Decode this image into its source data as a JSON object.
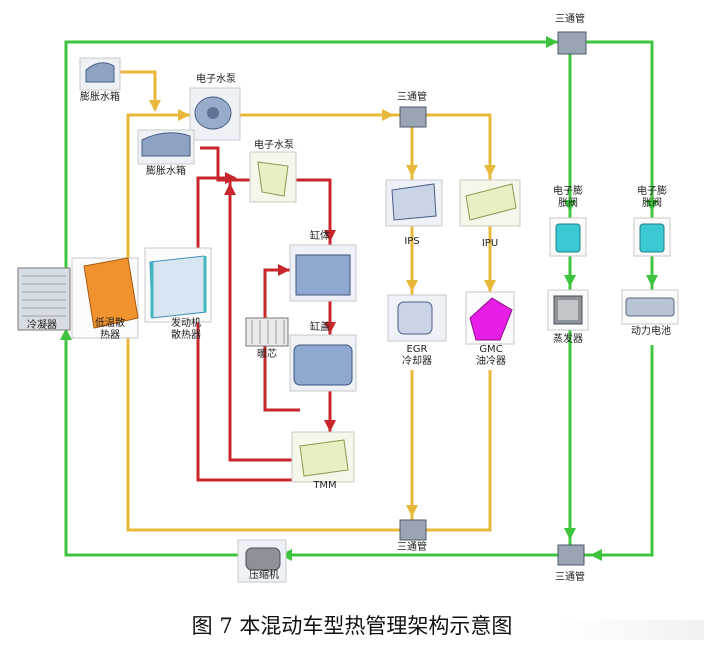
{
  "labels": {
    "tee_top": "三通管",
    "expansion_tank_top": "膨胀水箱",
    "ewp_top": "电子水泵",
    "expansion_tank_mid": "膨胀水箱",
    "ewp_mid": "电子水泵",
    "tee_mid": "三通管",
    "block": "缸体",
    "head": "缸盖",
    "core": "暖芯",
    "tmm": "TMM",
    "ips": "IPS",
    "ipu": "IPU",
    "egr": "EGR\n冷却器",
    "gmc": "GMC\n油冷器",
    "exv1": "电子膨\n胀阀",
    "exv2": "电子膨\n胀阀",
    "evaporator": "蒸发器",
    "battery": "动力电池",
    "condenser": "冷凝器",
    "lt_radiator": "低温散\n热器",
    "engine_radiator": "发动机\n散热器",
    "tee_bottom_mid": "三通管",
    "tee_bottom_right": "三通管",
    "compressor": "压缩机"
  },
  "caption": "图 7 本混动车型热管理架构示意图",
  "colors": {
    "green_loop": "#3ec43e",
    "yellow_loop": "#e7b83a",
    "red_loop": "#c8262b",
    "cyan_valve": "#3ac9d2",
    "magenta_cooler": "#e61ee6",
    "orange_radiator": "#f0922e"
  }
}
